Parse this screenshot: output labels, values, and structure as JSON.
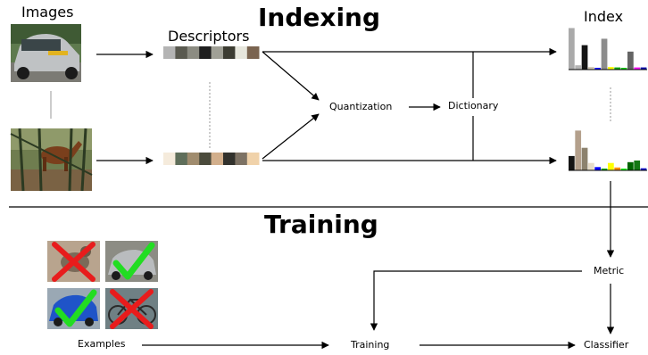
{
  "titles": {
    "indexing": "Indexing",
    "training": "Training"
  },
  "labels": {
    "images": "Images",
    "descriptors": "Descriptors",
    "index": "Index",
    "quantization": "Quantization",
    "dictionary": "Dictionary",
    "metric": "Metric",
    "examples": "Examples",
    "training_node": "Training",
    "classifier": "Classifier"
  },
  "colors": {
    "stroke": "#000000",
    "dashed": "#999999"
  },
  "descriptor_swatches": [
    [
      "#b4b4b4",
      "#5a5a50",
      "#8c8c82",
      "#1e1e1e",
      "#a0a096",
      "#3c3c32",
      "#e6e6dc",
      "#7a6450"
    ],
    [
      "#f5ebdc",
      "#5f6e5a",
      "#a08c6e",
      "#4b4b3c",
      "#d2af8c",
      "#32322d",
      "#7d7264",
      "#f0d2aa"
    ]
  ],
  "histograms": [
    {
      "values": [
        0.97,
        0.1,
        0.57,
        0.06,
        0.04,
        0.72,
        0.06,
        0.05,
        0.03,
        0.42,
        0.05,
        0.05
      ],
      "colors": [
        "#aaaaaa",
        "#b4b4b4",
        "#141414",
        "#d2c8b4",
        "#0000ff",
        "#8c8c8c",
        "#ffff00",
        "#00aa00",
        "#00cc00",
        "#646464",
        "#ff00ff",
        "#0000aa"
      ]
    },
    {
      "values": [
        0.35,
        0.97,
        0.55,
        0.18,
        0.08,
        0.03,
        0.18,
        0.07,
        0.03,
        0.2,
        0.24,
        0.05
      ],
      "colors": [
        "#141414",
        "#b4a08c",
        "#8c826e",
        "#e6dcc8",
        "#0000ff",
        "#00aa00",
        "#ffff00",
        "#ff8c00",
        "#00ff00",
        "#006400",
        "#147814",
        "#0000c8"
      ]
    }
  ],
  "examples": [
    {
      "name": "cat",
      "positive": false
    },
    {
      "name": "car",
      "positive": true
    },
    {
      "name": "blue-car",
      "positive": true
    },
    {
      "name": "bike",
      "positive": false
    }
  ]
}
